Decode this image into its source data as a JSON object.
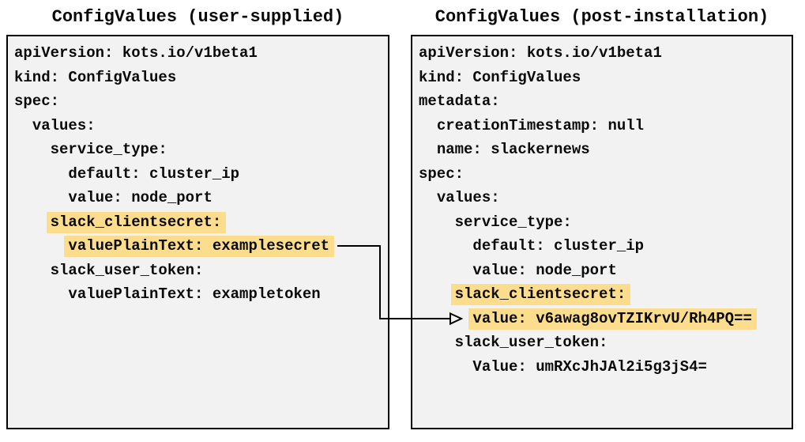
{
  "colors": {
    "highlight": "#fbdd8d",
    "panel_background": "#f2f2f2",
    "panel_border": "#000000",
    "text": "#0a0a0a",
    "page_background": "#ffffff",
    "arrow": "#000000"
  },
  "left_panel": {
    "title": "ConfigValues (user-supplied)",
    "lines": [
      {
        "indent": 0,
        "text": "apiVersion: kots.io/v1beta1",
        "highlight": false
      },
      {
        "indent": 0,
        "text": "kind: ConfigValues",
        "highlight": false
      },
      {
        "indent": 0,
        "text": "spec:",
        "highlight": false
      },
      {
        "indent": 2,
        "text": "values:",
        "highlight": false
      },
      {
        "indent": 4,
        "text": "service_type:",
        "highlight": false
      },
      {
        "indent": 6,
        "text": "default: cluster_ip",
        "highlight": false
      },
      {
        "indent": 6,
        "text": "value: node_port",
        "highlight": false
      },
      {
        "indent": 4,
        "text": "slack_clientsecret:",
        "highlight": true
      },
      {
        "indent": 6,
        "text": "valuePlainText: examplesecret",
        "highlight": true
      },
      {
        "indent": 4,
        "text": "slack_user_token:",
        "highlight": false
      },
      {
        "indent": 6,
        "text": "valuePlainText: exampletoken",
        "highlight": false
      }
    ]
  },
  "right_panel": {
    "title": "ConfigValues (post-installation)",
    "lines": [
      {
        "indent": 0,
        "text": "apiVersion: kots.io/v1beta1",
        "highlight": false
      },
      {
        "indent": 0,
        "text": "kind: ConfigValues",
        "highlight": false
      },
      {
        "indent": 0,
        "text": "metadata:",
        "highlight": false
      },
      {
        "indent": 2,
        "text": "creationTimestamp: null",
        "highlight": false
      },
      {
        "indent": 2,
        "text": "name: slackernews",
        "highlight": false
      },
      {
        "indent": 0,
        "text": "spec:",
        "highlight": false
      },
      {
        "indent": 2,
        "text": "values:",
        "highlight": false
      },
      {
        "indent": 4,
        "text": "service_type:",
        "highlight": false
      },
      {
        "indent": 6,
        "text": "default: cluster_ip",
        "highlight": false
      },
      {
        "indent": 6,
        "text": "value: node_port",
        "highlight": false
      },
      {
        "indent": 4,
        "text": "slack_clientsecret:",
        "highlight": true
      },
      {
        "indent": 6,
        "text": "value: v6awag8ovTZIKrvU/Rh4PQ==",
        "highlight": true
      },
      {
        "indent": 4,
        "text": "slack_user_token:",
        "highlight": false
      },
      {
        "indent": 6,
        "text": "Value: umRXcJhJAl2i5g3jS4=",
        "highlight": false
      }
    ]
  },
  "connector": {
    "type": "arrow",
    "from_text": "valuePlainText: examplesecret",
    "to_text": "value: v6awag8ovTZIKrvU/Rh4PQ=="
  }
}
